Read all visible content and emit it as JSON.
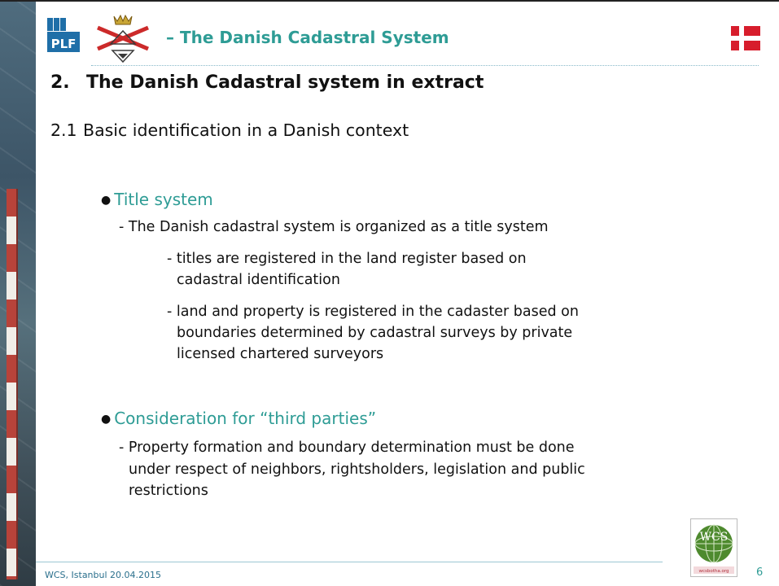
{
  "header": {
    "logo_text": "PLF",
    "title": "– The Danish Cadastral System",
    "accent_color": "#2e9c95",
    "flag_colors": {
      "red": "#d71d2c",
      "white": "#ffffff"
    }
  },
  "section": {
    "number": "2.",
    "title": "The Danish Cadastral system in extract",
    "sub_number": "2.1",
    "sub_title": "Basic identification in a Danish context"
  },
  "bullets": [
    {
      "title": "Title system",
      "lines": [
        "- The Danish cadastral system is organized as a title system",
        "- titles are registered in the land register based on",
        "cadastral identification",
        "- land and property is registered in the cadaster based on",
        "boundaries determined by cadastral surveys by private",
        "licensed chartered surveyors"
      ]
    },
    {
      "title": "Consideration for “third parties”",
      "lines": [
        "- Property formation and boundary determination must be done",
        "under respect of neighbors, rightsholders, legislation and public",
        "restrictions"
      ]
    }
  ],
  "footer": {
    "text": "WCS, Istanbul 20.04.2015",
    "page_number": "6",
    "wcs_logo_text": "WCS",
    "wcs_url_text": "wcsbotha.org"
  }
}
